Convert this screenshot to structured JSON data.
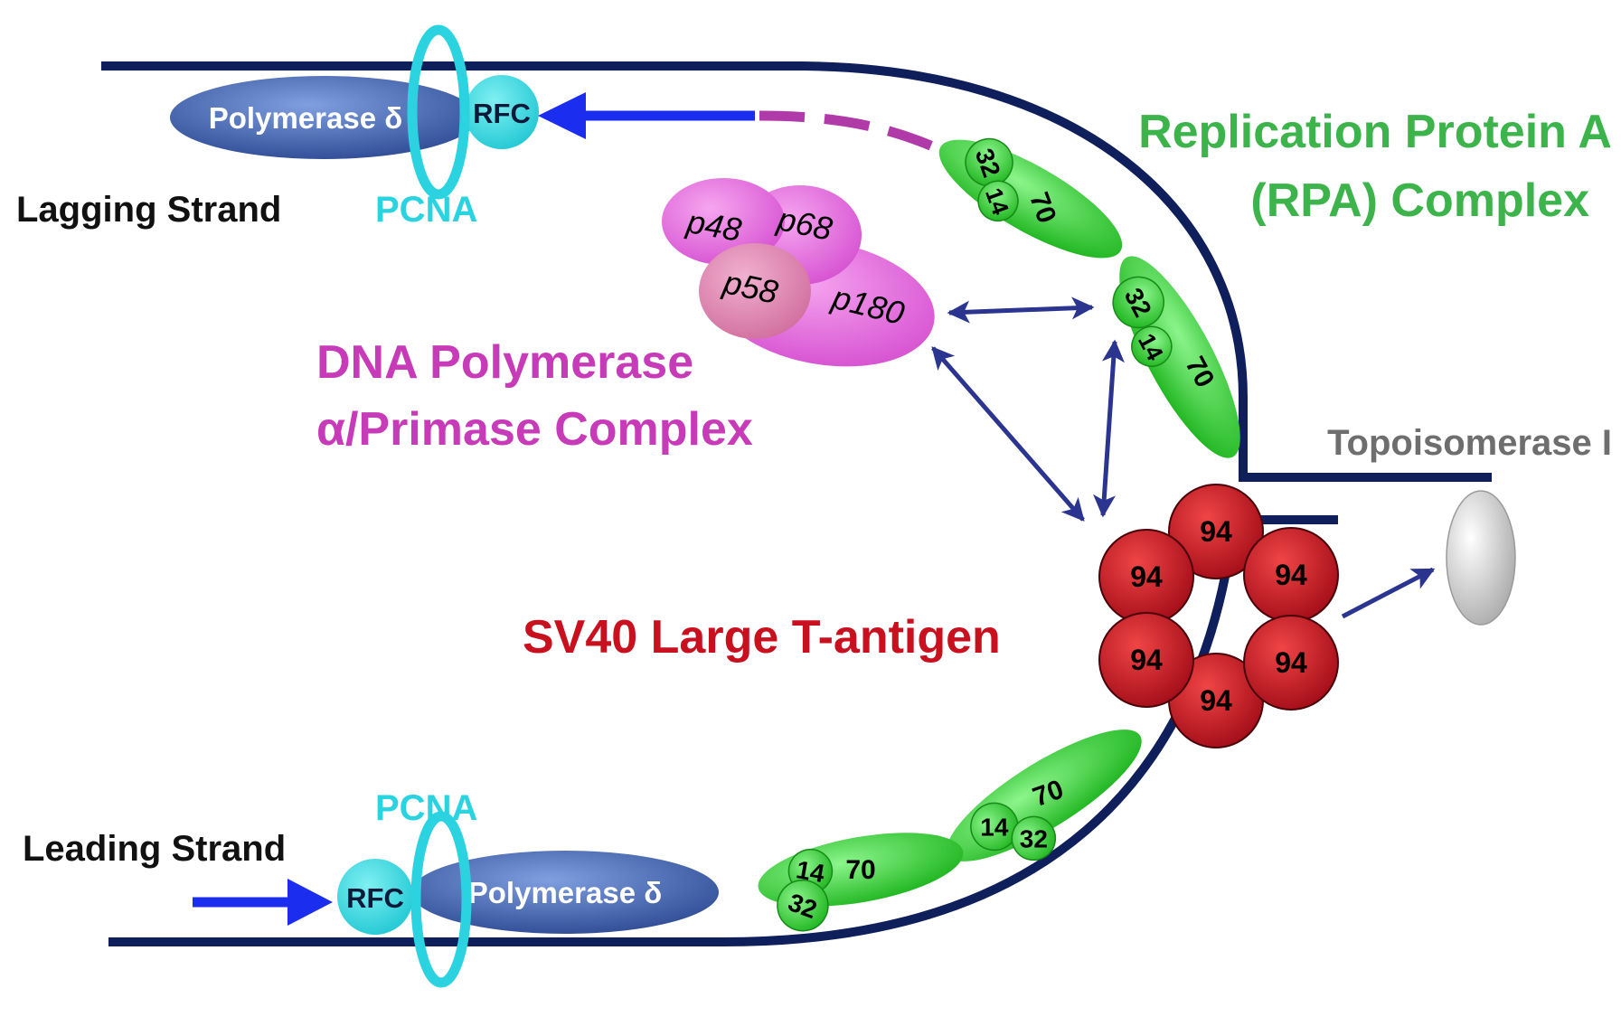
{
  "labels": {
    "lagging_strand": "Lagging Strand",
    "leading_strand": "Leading Strand",
    "pcna_top": "PCNA",
    "pcna_bottom": "PCNA",
    "rfc_top": "RFC",
    "rfc_bottom": "RFC",
    "pol_delta_top": "Polymerase δ",
    "pol_delta_bottom": "Polymerase δ",
    "rpa_line1": "Replication Protein A",
    "rpa_line2": "(RPA) Complex",
    "pol_alpha_line1": "DNA Polymerase",
    "pol_alpha_line2": "α/Primase Complex",
    "t_antigen": "SV40 Large T-antigen",
    "topo": "Topoisomerase I"
  },
  "primase_subunits": [
    "p48",
    "p68",
    "p58",
    "p180"
  ],
  "rpa_subunits": {
    "large": "70",
    "mid": "32",
    "small": "14"
  },
  "t_antigen_subunit": "94",
  "colors": {
    "dna": "#0f1f5c",
    "pcna": "#2bd3e0",
    "polymerase_delta": "#4a6fb8",
    "rpa": "#2ecc2e",
    "rpa_text": "#3cb44b",
    "primase": "#e05ee0",
    "primase_text": "#c73ab8",
    "t_antigen": "#c8101e",
    "t_antigen_text": "#c8101e",
    "arrows": "#2b3590",
    "blue_arrow": "#1b2ef0",
    "primer": "#b03aa8",
    "topo": "#cccccc",
    "topo_text": "#6e6e6e"
  }
}
